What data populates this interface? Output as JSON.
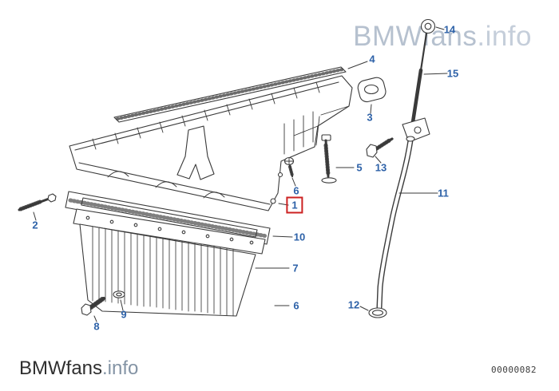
{
  "colors": {
    "callout": "#2e62a8",
    "highlight": "#cc2222",
    "watermark": "#b6c1cf",
    "watermark_suffix": "#c5ceda",
    "logo": "#2f2f2f",
    "logo_suffix": "#8494a5",
    "line": "#3a3a3a"
  },
  "watermark": {
    "main": "BMWfans",
    "suffix": ".info"
  },
  "footer": {
    "logo_main": "BMWfans",
    "logo_suffix": ".info",
    "diagram_number": "00000082"
  },
  "diagram": {
    "callouts": [
      {
        "label": "14"
      },
      {
        "label": "4"
      },
      {
        "label": "15"
      },
      {
        "label": "3"
      },
      {
        "label": "5"
      },
      {
        "label": "13"
      },
      {
        "label": "6"
      },
      {
        "label": "1",
        "highlighted": true
      },
      {
        "label": "11"
      },
      {
        "label": "2"
      },
      {
        "label": "10"
      },
      {
        "label": "7"
      },
      {
        "label": "12"
      },
      {
        "label": "6"
      },
      {
        "label": "8"
      },
      {
        "label": "9"
      }
    ]
  }
}
